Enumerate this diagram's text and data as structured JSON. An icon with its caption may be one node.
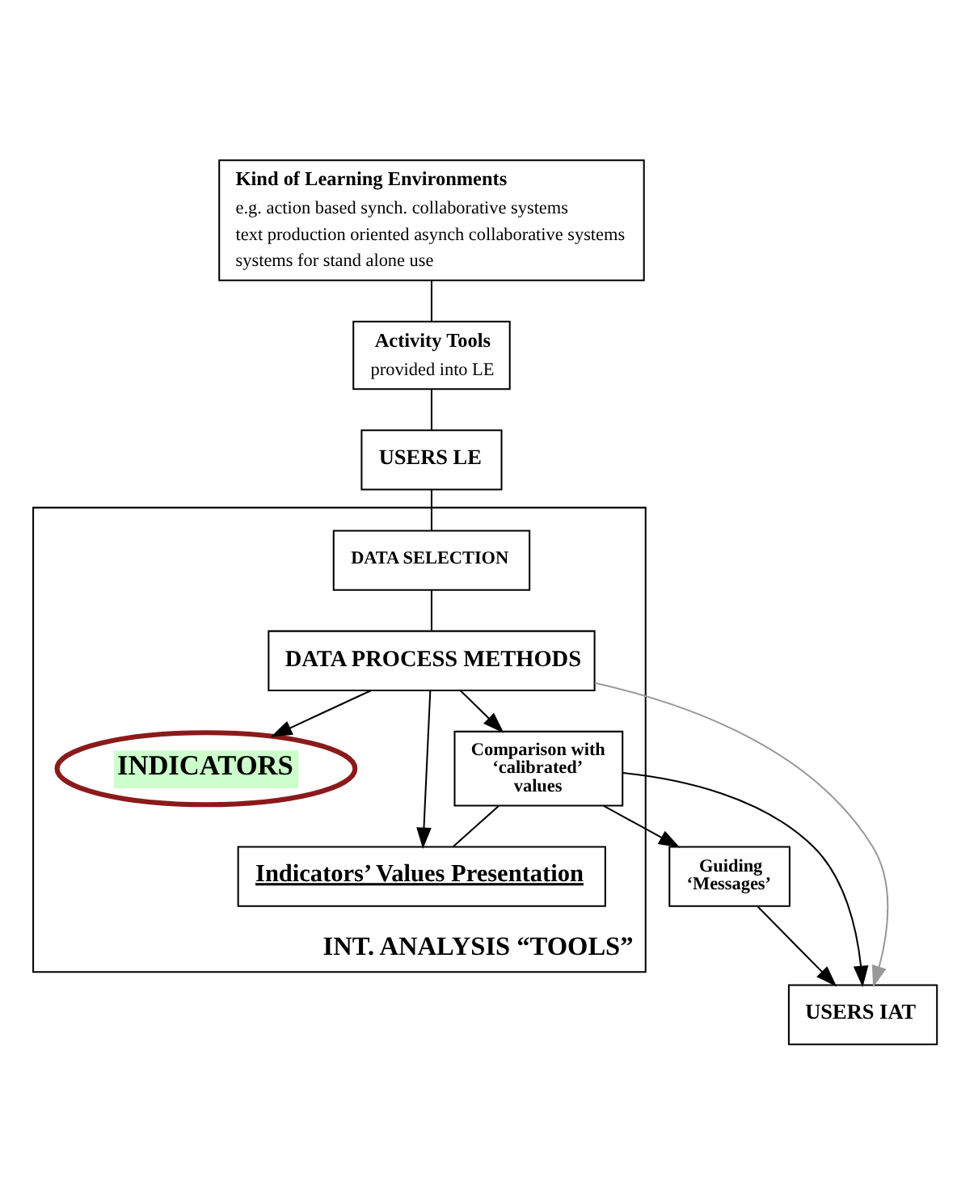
{
  "diagram": {
    "nodes": [
      {
        "text": [
          "Kind of Learning Environments",
          "e.g. action based synch. collaborative systems",
          "text production oriented asynch collaborative systems",
          "systems for stand alone use"
        ]
      },
      {
        "text": [
          "Activity Tools",
          "provided into LE"
        ]
      },
      {
        "text": [
          "USERS LE"
        ]
      },
      {
        "text": [
          "INT. ANALYSIS “TOOLS”"
        ]
      },
      {
        "text": [
          "DATA SELECTION"
        ],
        "in": 3
      },
      {
        "text": [
          "DATA PROCESS METHODS"
        ],
        "in": 3
      },
      {
        "text": [
          "INDICATORS"
        ],
        "in": 3
      },
      {
        "text": [
          "Indicators’ Values Presentation"
        ],
        "in": 3
      },
      {
        "text": [
          "Comparison with ‘calibrated’ values"
        ],
        "in": 3
      },
      {
        "text": [
          "Guiding ‘Messages’"
        ]
      },
      {
        "text": [
          "USERS IAT"
        ]
      }
    ],
    "edges": [
      {
        "from": 0,
        "to": 1,
        "arrow": "none"
      },
      {
        "from": 1,
        "to": 2,
        "arrow": "none"
      },
      {
        "from": 2,
        "to": 4,
        "arrow": "none"
      },
      {
        "from": 4,
        "to": 5,
        "arrow": "none"
      },
      {
        "from": 5,
        "to": 6,
        "arrow": "to"
      },
      {
        "from": 5,
        "to": 8,
        "arrow": "to"
      },
      {
        "from": 5,
        "to": 7,
        "arrow": "to"
      },
      {
        "from": 5,
        "to": 10,
        "arrow": "to",
        "color": "#999999"
      },
      {
        "from": 8,
        "to": 7,
        "arrow": "none"
      },
      {
        "from": 8,
        "to": 9,
        "arrow": "to"
      },
      {
        "from": 8,
        "to": 10,
        "arrow": "to"
      },
      {
        "from": 9,
        "to": 10,
        "arrow": "to"
      }
    ]
  }
}
